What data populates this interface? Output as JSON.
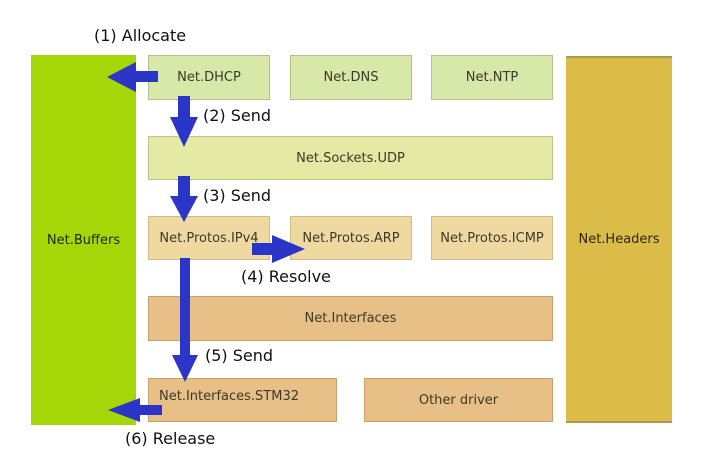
{
  "colors": {
    "buffers": "#a4d608",
    "headers": "#dcbc48",
    "arrow": "#2b35c8"
  },
  "side": {
    "buffers": "Net.Buffers",
    "headers": "Net.Headers"
  },
  "app_row": [
    "Net.DHCP",
    "Net.DNS",
    "Net.NTP"
  ],
  "sockets": "Net.Sockets.UDP",
  "protos_row": [
    "Net.Protos.IPv4",
    "Net.Protos.ARP",
    "Net.Protos.ICMP"
  ],
  "interfaces": "Net.Interfaces",
  "drivers_row": [
    "Net.Interfaces.STM32",
    "Other driver"
  ],
  "steps": [
    "(1) Allocate",
    "(2) Send",
    "(3) Send",
    "(4) Resolve",
    "(5) Send",
    "(6) Release"
  ]
}
